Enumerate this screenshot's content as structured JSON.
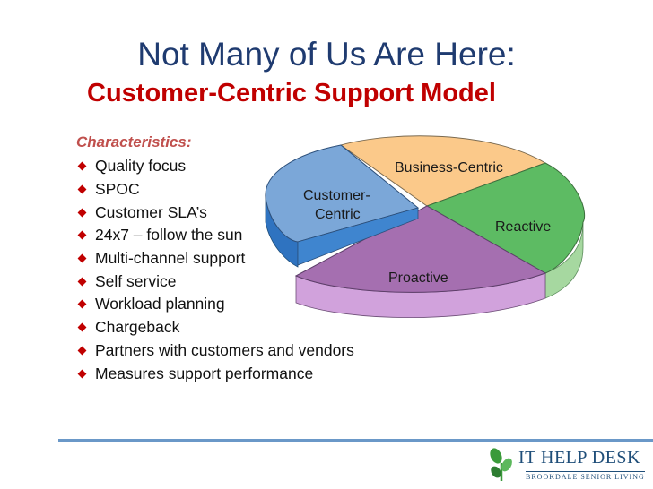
{
  "slide": {
    "title": "Not Many of Us Are Here:",
    "subtitle": "Customer-Centric Support Model",
    "characteristics_label": "Characteristics:",
    "bullets": [
      "Quality focus",
      "SPOC",
      "Customer SLA’s",
      "24x7 – follow the sun",
      "Multi-channel support",
      "Self service",
      "Workload planning",
      "Chargeback",
      "Partners with customers and vendors",
      "Measures support performance"
    ]
  },
  "pie": {
    "slices": [
      {
        "label_lines": [
          "Customer-",
          "Centric"
        ],
        "color": "#7ba7d8"
      },
      {
        "label_lines": [
          "Business-Centric"
        ],
        "color": "#fbc98a"
      },
      {
        "label_lines": [
          "Reactive"
        ],
        "color": "#5dbb63"
      },
      {
        "label_lines": [
          "Proactive"
        ],
        "color": "#a56fb0"
      }
    ]
  },
  "logo": {
    "name": "IT HELP DESK",
    "tagline": "BROOKDALE SENIOR LIVING",
    "icon": "leaf-sprout-icon",
    "colors": {
      "leaf": "#3a9a3a",
      "text": "#1f4e79"
    }
  },
  "colors": {
    "title": "#1f3b70",
    "subtitle": "#c00000",
    "bullet": "#c00000",
    "footer_line": "#6a98c8"
  }
}
